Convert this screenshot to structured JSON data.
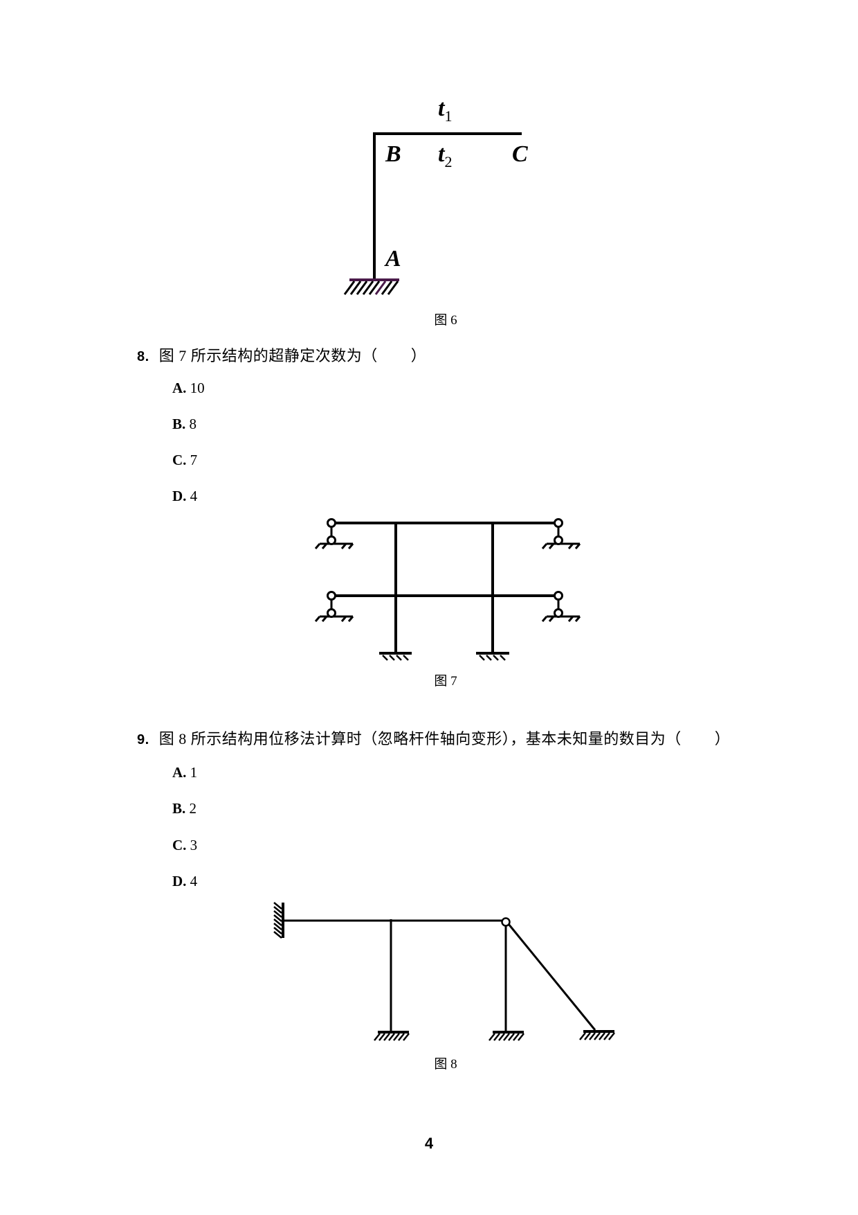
{
  "figure6": {
    "caption": "图 6",
    "labels": {
      "t1_base": "t",
      "t1_sub": "1",
      "t2_base": "t",
      "t2_sub": "2",
      "B": "B",
      "C": "C",
      "A": "A"
    },
    "support_color": "#4a1a4a"
  },
  "question8": {
    "number": "8.",
    "text": "图 7 所示结构的超静定次数为（",
    "close": "）",
    "options": [
      {
        "key": "A.",
        "value": "10"
      },
      {
        "key": "B.",
        "value": "8"
      },
      {
        "key": "C.",
        "value": "7"
      },
      {
        "key": "D.",
        "value": "4"
      }
    ]
  },
  "figure7": {
    "caption": "图 7"
  },
  "question9": {
    "number": "9.",
    "text": "图 8 所示结构用位移法计算时（忽略杆件轴向变形），基本未知量的数目为（",
    "close": "）",
    "options": [
      {
        "key": "A.",
        "value": "1"
      },
      {
        "key": "B.",
        "value": "2"
      },
      {
        "key": "C.",
        "value": "3"
      },
      {
        "key": "D.",
        "value": "4"
      }
    ]
  },
  "figure8": {
    "caption": "图 8"
  },
  "page": {
    "number": "4"
  }
}
